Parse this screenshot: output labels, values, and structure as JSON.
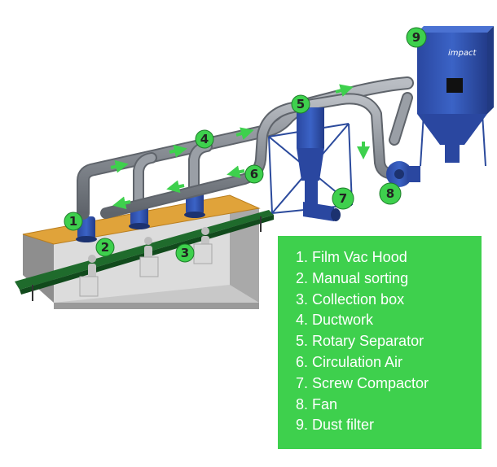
{
  "diagram": {
    "brand_label": "impact",
    "badges": [
      "1",
      "2",
      "3",
      "4",
      "5",
      "6",
      "7",
      "8",
      "9"
    ]
  },
  "legend": {
    "items": [
      "1. Film Vac Hood",
      "2. Manual sorting",
      "3. Collection box",
      "4. Ductwork",
      "5. Rotary Separator",
      "6. Circulation Air",
      "7. Screw Compactor",
      "8. Fan",
      "9. Dust filter"
    ]
  },
  "colors": {
    "accent_green": "#3ed04d",
    "duct_gray": "#8d9299",
    "equipment_blue": "#2f4fa8",
    "conveyor_green": "#1f6b2c",
    "deck_orange": "#e0a33a"
  }
}
